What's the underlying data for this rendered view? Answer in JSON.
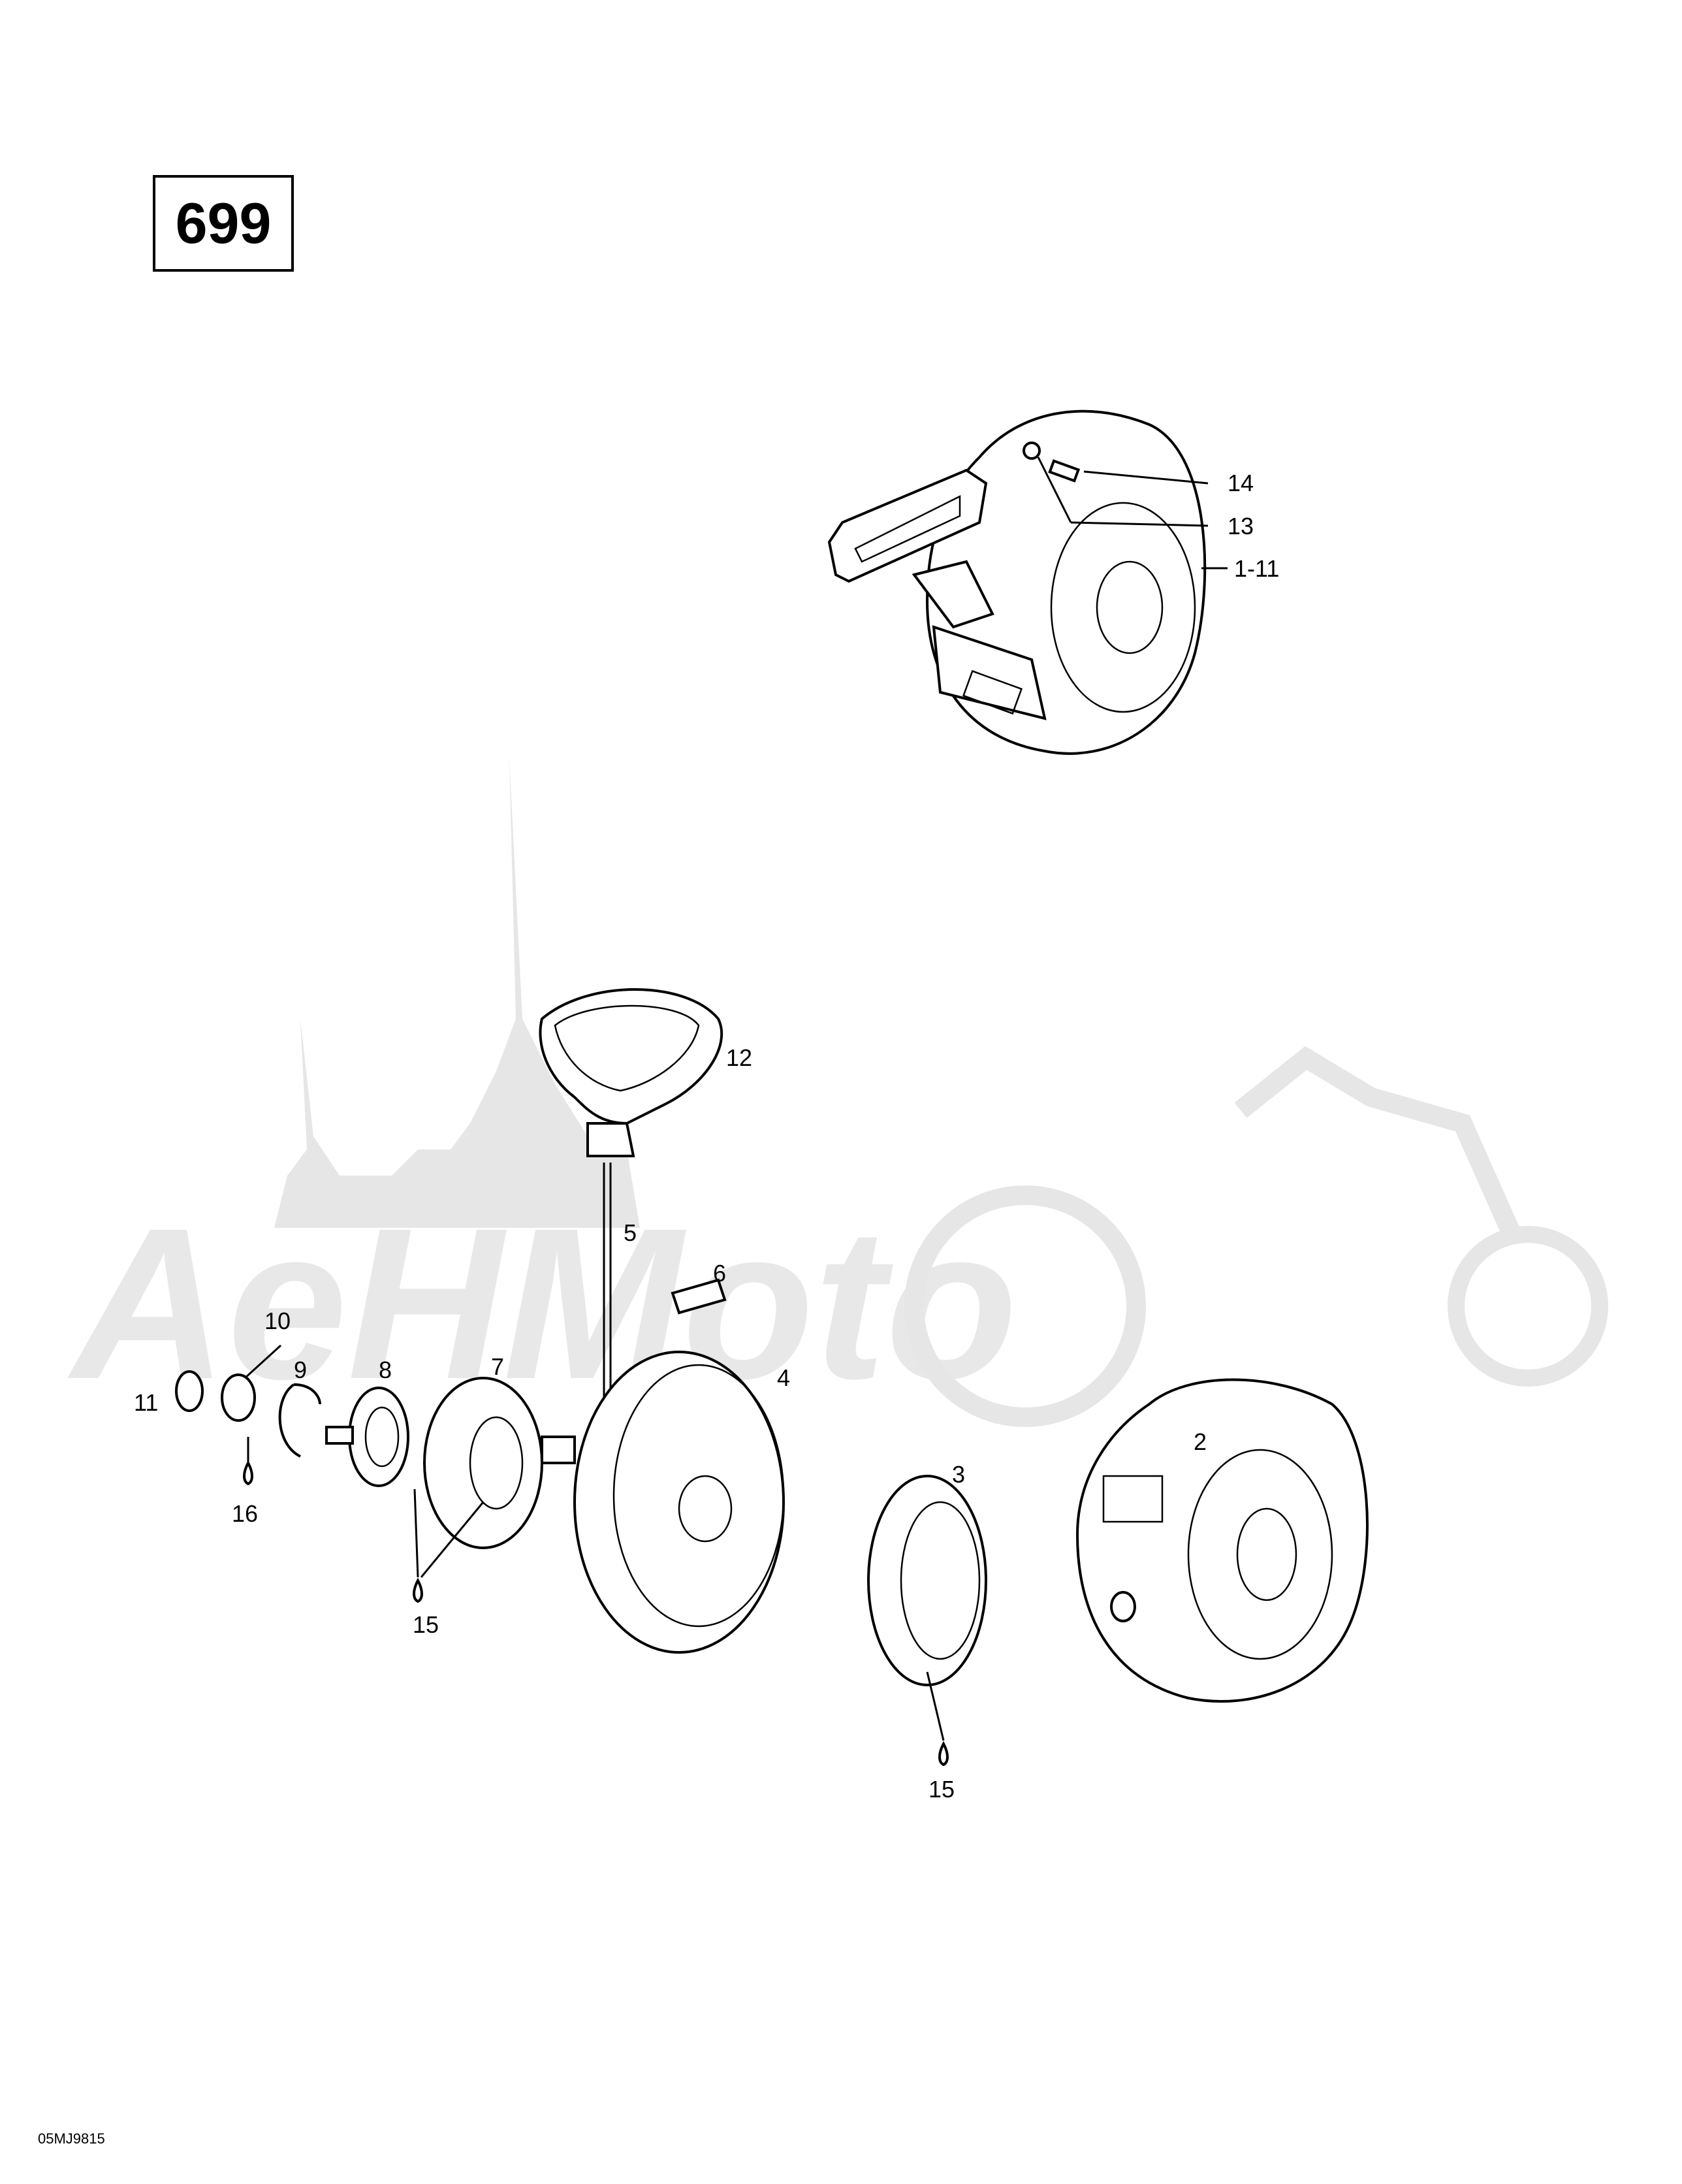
{
  "page_number": "699",
  "drawing_code": "05MJ9815",
  "watermark_text": "AeHMoto",
  "callouts": [
    {
      "id": "c14",
      "label": "14"
    },
    {
      "id": "c13",
      "label": "13"
    },
    {
      "id": "c1_11",
      "label": "1-11"
    },
    {
      "id": "c12",
      "label": "12"
    },
    {
      "id": "c5",
      "label": "5"
    },
    {
      "id": "c6",
      "label": "6"
    },
    {
      "id": "c10",
      "label": "10"
    },
    {
      "id": "c9",
      "label": "9"
    },
    {
      "id": "c8",
      "label": "8"
    },
    {
      "id": "c7",
      "label": "7"
    },
    {
      "id": "c4",
      "label": "4"
    },
    {
      "id": "c11",
      "label": "11"
    },
    {
      "id": "c16",
      "label": "16"
    },
    {
      "id": "c15a",
      "label": "15"
    },
    {
      "id": "c3",
      "label": "3"
    },
    {
      "id": "c2",
      "label": "2"
    },
    {
      "id": "c15b",
      "label": "15"
    }
  ]
}
